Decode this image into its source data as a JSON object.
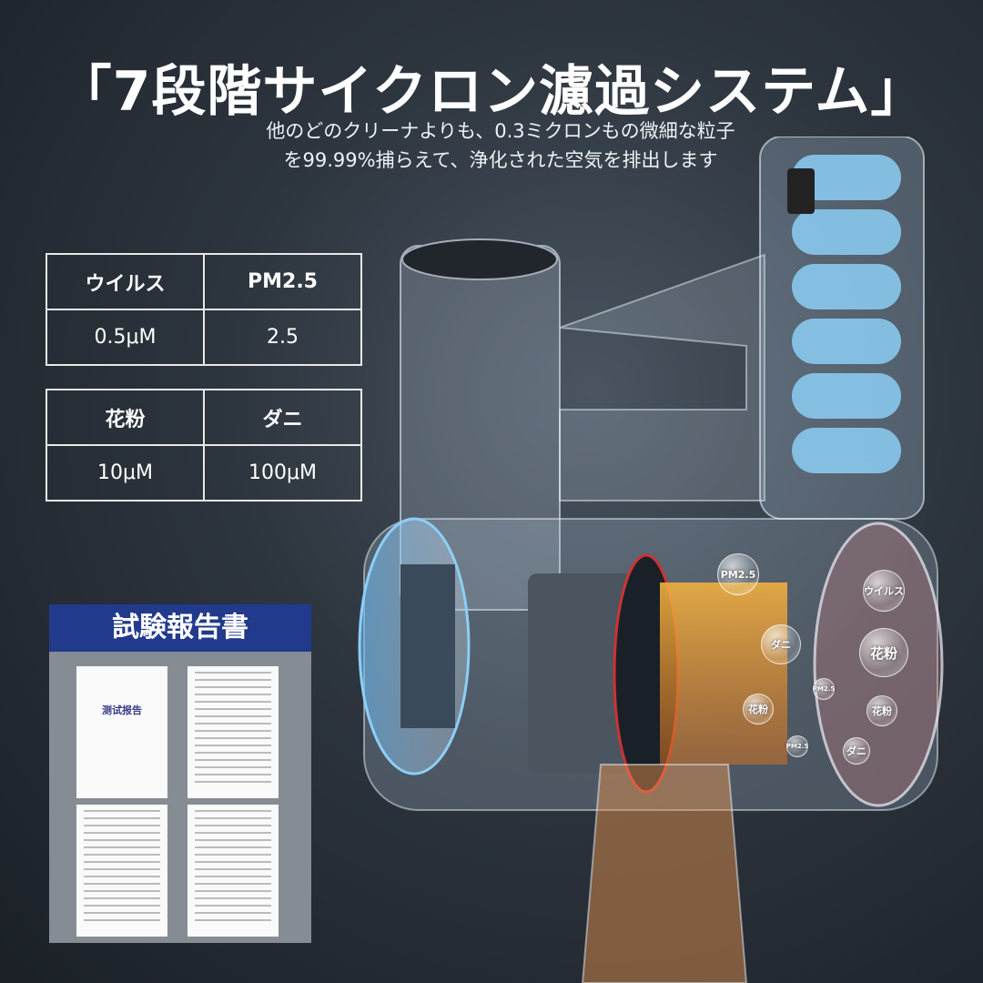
{
  "title": "「7段階サイクロン濾過システム」",
  "subtitle": [
    "他のどのクリーナよりも、0.3ミクロンもの微細な粒子",
    "を99.99%捕らえて、浄化された空気を排出します"
  ],
  "table1": {
    "headers": [
      "ウイルス",
      "PM2.5"
    ],
    "values": [
      "0.5μM",
      "2.5"
    ]
  },
  "table2": {
    "headers": [
      "花粉",
      "ダニ"
    ],
    "values": [
      "10μM",
      "100μM"
    ]
  },
  "report": {
    "title": "試験報告書",
    "doc_label": "测试报告"
  },
  "bubbles": [
    "PM2.5",
    "ウイルス",
    "ダニ",
    "花粉",
    "PM2.5",
    "花粉",
    "花粉",
    "PM2.5",
    "ダニ"
  ],
  "colors": {
    "report_header": "#223a8c",
    "background": "#2c343d",
    "filter_gold": "#e0a830",
    "cyclone_blue": "#6ab8f0"
  }
}
